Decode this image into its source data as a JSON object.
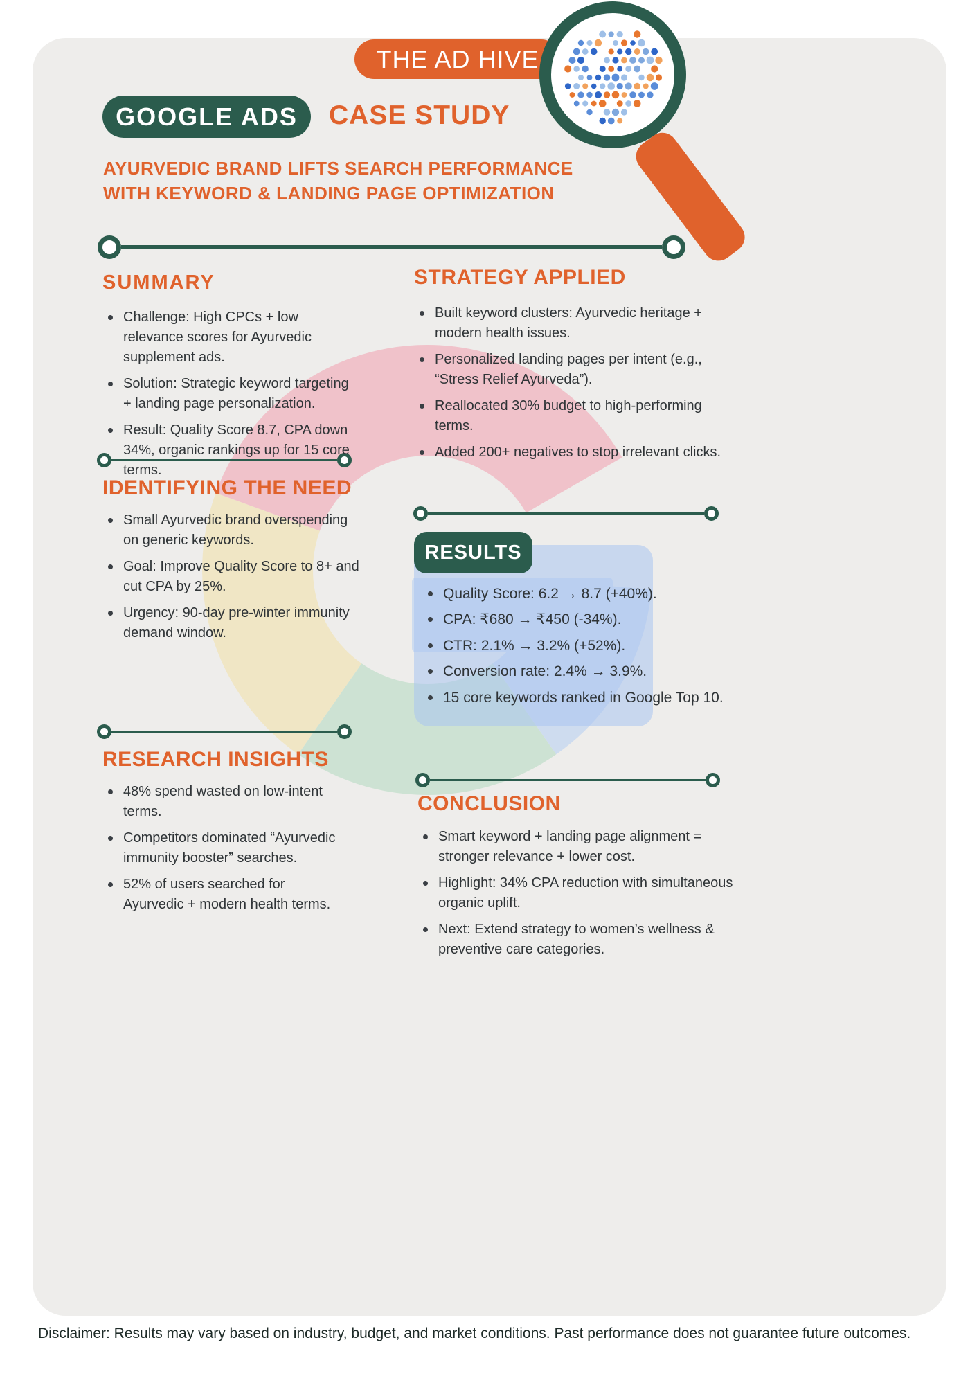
{
  "brand": {
    "accent_orange": "#E0622C",
    "accent_green": "#2B5C4D",
    "card_background": "#EEEDEB",
    "results_panel_blue": "#AAC5F0",
    "globe_dot_colors": [
      "#2E66C8",
      "#5B8DD9",
      "#9FC0E8",
      "#2E66C8",
      "#E8772E",
      "#5B8DD9",
      "#F2A25C",
      "#9FC0E8",
      "#7FA8DE"
    ]
  },
  "header": {
    "brand_pill": "THE AD HIVE",
    "product_pill": "GOOGLE ADS",
    "doc_type": "CASE STUDY",
    "subtitle": "AYURVEDIC BRAND LIFTS SEARCH PERFORMANCE WITH KEYWORD & LANDING PAGE OPTIMIZATION"
  },
  "sections": {
    "summary": {
      "title": "SUMMARY",
      "bullets": [
        "Challenge: High CPCs + low relevance scores for Ayurvedic supplement ads.",
        "Solution: Strategic keyword targeting + landing page personalization.",
        "Result: Quality Score 8.7, CPA down 34%, organic rankings up for 15 core terms."
      ]
    },
    "strategy": {
      "title": "STRATEGY APPLIED",
      "bullets": [
        "Built keyword clusters: Ayurvedic heritage + modern health issues.",
        "Personalized landing pages per intent (e.g., “Stress Relief Ayurveda”).",
        "Reallocated 30% budget to high-performing terms.",
        "Added 200+ negatives to stop irrelevant clicks."
      ]
    },
    "need": {
      "title": "IDENTIFYING THE NEED",
      "bullets": [
        "Small Ayurvedic brand overspending on generic keywords.",
        "Goal: Improve Quality Score to 8+ and cut CPA by 25%.",
        "Urgency: 90-day pre-winter immunity demand window."
      ]
    },
    "results": {
      "title": "RESULTS",
      "bullets": [
        "Quality Score: 6.2 → 8.7 (+40%).",
        "CPA: ₹680 → ₹450 (-34%).",
        "CTR: 2.1% → 3.2% (+52%).",
        "Conversion rate: 2.4% → 3.9%.",
        "15 core keywords ranked in Google Top 10."
      ]
    },
    "research": {
      "title": "RESEARCH INSIGHTS",
      "bullets": [
        "48% spend wasted on low-intent terms.",
        "Competitors dominated “Ayurvedic immunity booster” searches.",
        "52% of users searched for Ayurvedic + modern health terms."
      ]
    },
    "conclusion": {
      "title": "CONCLUSION",
      "bullets": [
        "Smart keyword + landing page alignment = stronger relevance + lower cost.",
        "Highlight: 34% CPA reduction with simultaneous organic uplift.",
        "Next: Extend strategy to women’s wellness & preventive care categories."
      ]
    }
  },
  "footer": {
    "disclaimer": "Disclaimer: Results may vary based on industry, budget, and market conditions. Past performance does not guarantee future outcomes."
  }
}
